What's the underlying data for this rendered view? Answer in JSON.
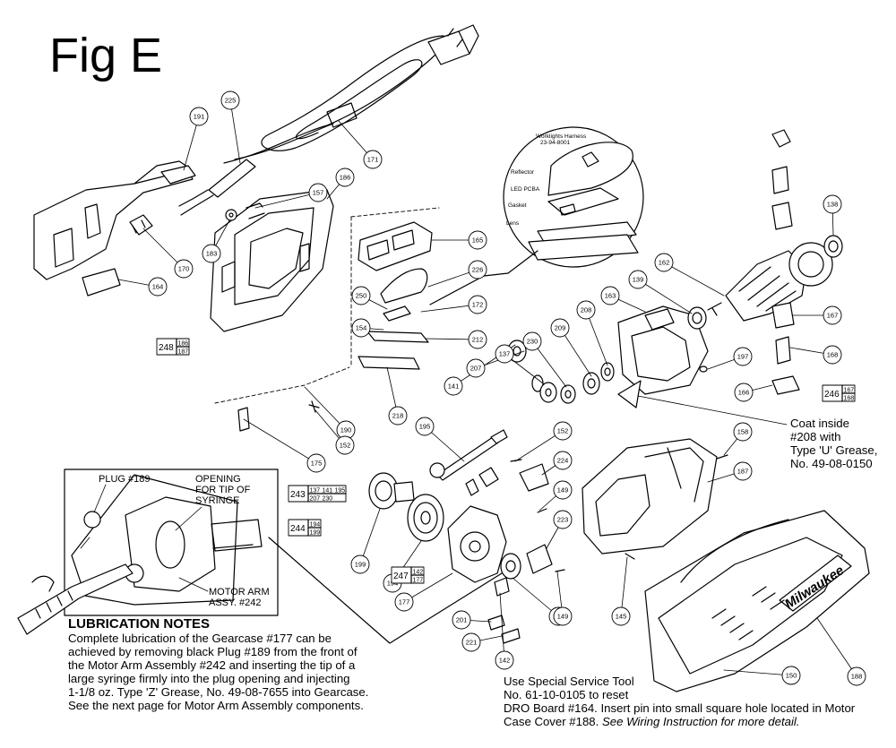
{
  "figure_title": "Fig E",
  "part_callouts": [
    {
      "id": "c191",
      "label": "191"
    },
    {
      "id": "c225",
      "label": "225"
    },
    {
      "id": "c171",
      "label": "171"
    },
    {
      "id": "c157",
      "label": "157"
    },
    {
      "id": "c186",
      "label": "186"
    },
    {
      "id": "c183",
      "label": "183"
    },
    {
      "id": "c170",
      "label": "170"
    },
    {
      "id": "c164",
      "label": "164"
    },
    {
      "id": "c165",
      "label": "165"
    },
    {
      "id": "c226",
      "label": "226"
    },
    {
      "id": "c250",
      "label": "250"
    },
    {
      "id": "c172",
      "label": "172"
    },
    {
      "id": "c154",
      "label": "154"
    },
    {
      "id": "c212",
      "label": "212"
    },
    {
      "id": "c218",
      "label": "218"
    },
    {
      "id": "c190",
      "label": "190"
    },
    {
      "id": "c152a",
      "label": "152"
    },
    {
      "id": "c175",
      "label": "175"
    },
    {
      "id": "c195",
      "label": "195"
    },
    {
      "id": "c141a",
      "label": "141"
    },
    {
      "id": "c207",
      "label": "207"
    },
    {
      "id": "c137",
      "label": "137"
    },
    {
      "id": "c230",
      "label": "230"
    },
    {
      "id": "c209",
      "label": "209"
    },
    {
      "id": "c208",
      "label": "208"
    },
    {
      "id": "c163",
      "label": "163"
    },
    {
      "id": "c139",
      "label": "139"
    },
    {
      "id": "c162",
      "label": "162"
    },
    {
      "id": "c138",
      "label": "138"
    },
    {
      "id": "c167",
      "label": "167"
    },
    {
      "id": "c168",
      "label": "168"
    },
    {
      "id": "c166",
      "label": "166"
    },
    {
      "id": "c197",
      "label": "197"
    },
    {
      "id": "c158",
      "label": "158"
    },
    {
      "id": "c187",
      "label": "187"
    },
    {
      "id": "c152b",
      "label": "152"
    },
    {
      "id": "c224",
      "label": "224"
    },
    {
      "id": "c149a",
      "label": "149"
    },
    {
      "id": "c199",
      "label": "199"
    },
    {
      "id": "c194",
      "label": "194"
    },
    {
      "id": "c177",
      "label": "177"
    },
    {
      "id": "c223",
      "label": "223"
    },
    {
      "id": "c141b",
      "label": "141"
    },
    {
      "id": "c149b",
      "label": "149"
    },
    {
      "id": "c145",
      "label": "145"
    },
    {
      "id": "c201",
      "label": "201"
    },
    {
      "id": "c221",
      "label": "221"
    },
    {
      "id": "c142",
      "label": "142"
    },
    {
      "id": "c150",
      "label": "150"
    },
    {
      "id": "c188",
      "label": "188"
    }
  ],
  "kit_boxes": [
    {
      "id": "k248",
      "number": "248",
      "parts": [
        "186",
        "187"
      ]
    },
    {
      "id": "k243",
      "number": "243",
      "parts": [
        "137",
        "141",
        "195",
        "207",
        "230"
      ]
    },
    {
      "id": "k244",
      "number": "244",
      "parts": [
        "194",
        "199"
      ]
    },
    {
      "id": "k247",
      "number": "247",
      "parts": [
        "142",
        "177"
      ]
    },
    {
      "id": "k246",
      "number": "246",
      "parts": [
        "167",
        "168"
      ]
    }
  ],
  "worklight_labels": {
    "harness_line1": "Worklights Harness",
    "harness_line2": "23-94-8001",
    "reflector": "Reflector",
    "led_pcba": "LED PCBA",
    "gasket": "Gasket",
    "lens": "Lens"
  },
  "inset_labels": {
    "plug": "PLUG #189",
    "opening_line1": "OPENING",
    "opening_line2": "FOR TIP OF",
    "opening_line3": "SYRINGE",
    "motor_arm_line1": "MOTOR ARM",
    "motor_arm_line2": "ASSY. #242"
  },
  "brand_logo": "Milwaukee",
  "coat_note": [
    "Coat inside",
    "#208 with",
    "Type 'U' Grease,",
    "No. 49-08-0150"
  ],
  "lubrication_notes": {
    "title": "LUBRICATION NOTES",
    "lines": [
      "Complete lubrication of the Gearcase #177 can be",
      "achieved by removing black Plug #189 from the front of",
      "the Motor Arm Assembly #242 and inserting the tip of a",
      "large syringe firmly into the plug opening and injecting",
      "1-1/8 oz. Type 'Z' Grease, No. 49-08-7655 into Gearcase.",
      "See the next page for Motor Arm Assembly components."
    ]
  },
  "service_note": {
    "line1": "Use Special Service Tool",
    "line2": "No. 61-10-0105 to reset",
    "line3": "DRO Board #164. Insert pin into small square hole located in Motor",
    "line4_plain": "Case Cover #188. ",
    "line4_italic": "See Wiring Instruction for more detail."
  }
}
